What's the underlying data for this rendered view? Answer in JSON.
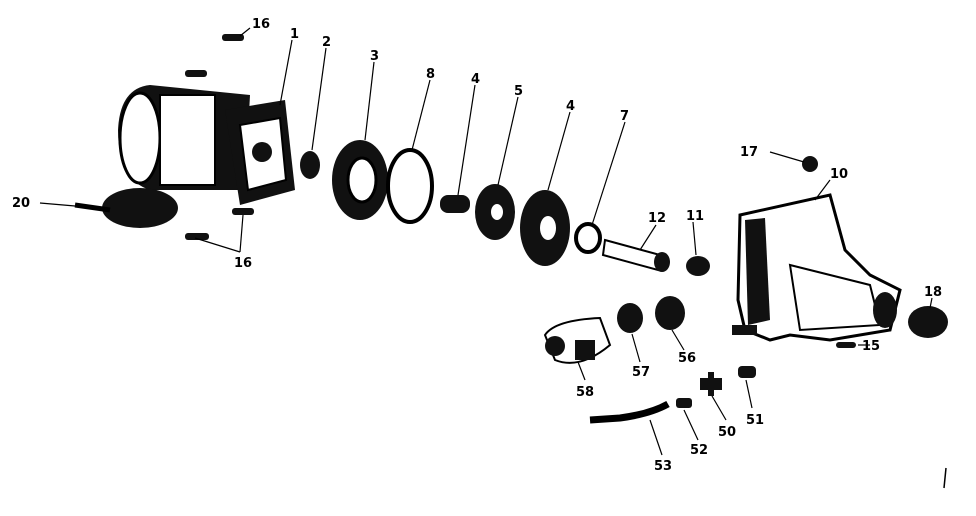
{
  "diagram": {
    "callouts": [
      {
        "id": "c16a",
        "label": "16"
      },
      {
        "id": "c1",
        "label": "1"
      },
      {
        "id": "c2",
        "label": "2"
      },
      {
        "id": "c3",
        "label": "3"
      },
      {
        "id": "c8",
        "label": "8"
      },
      {
        "id": "c4a",
        "label": "4"
      },
      {
        "id": "c5",
        "label": "5"
      },
      {
        "id": "c4b",
        "label": "4"
      },
      {
        "id": "c7",
        "label": "7"
      },
      {
        "id": "c17",
        "label": "17"
      },
      {
        "id": "c10",
        "label": "10"
      },
      {
        "id": "c20",
        "label": "20"
      },
      {
        "id": "c16b",
        "label": "16"
      },
      {
        "id": "c12",
        "label": "12"
      },
      {
        "id": "c11",
        "label": "11"
      },
      {
        "id": "c18",
        "label": "18"
      },
      {
        "id": "c15",
        "label": "15"
      },
      {
        "id": "c57",
        "label": "57"
      },
      {
        "id": "c56",
        "label": "56"
      },
      {
        "id": "c58",
        "label": "58"
      },
      {
        "id": "c51",
        "label": "51"
      },
      {
        "id": "c50",
        "label": "50"
      },
      {
        "id": "c52",
        "label": "52"
      },
      {
        "id": "c53",
        "label": "53"
      }
    ]
  }
}
